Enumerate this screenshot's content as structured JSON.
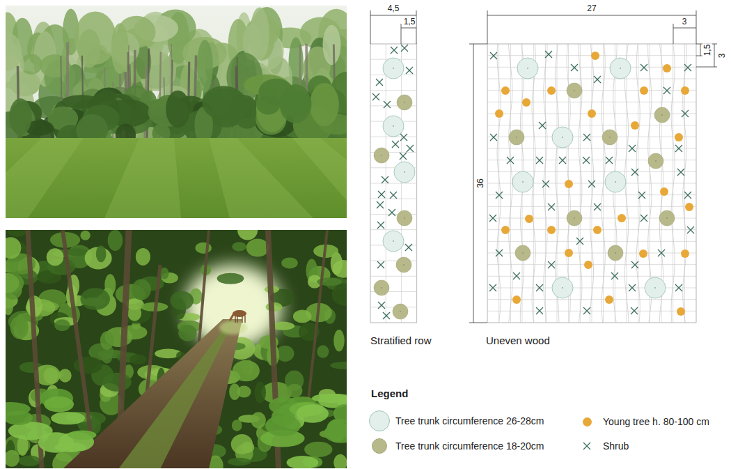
{
  "diagram": {
    "nodes": [
      {
        "text": [
          "Stratified row"
        ]
      },
      {
        "text": [
          "Uneven wood"
        ]
      }
    ],
    "labels": [
      "4,5",
      "1,5",
      "27",
      "3",
      "1,5",
      "3",
      "36",
      "Legend"
    ],
    "legend": [
      {
        "text": "Tree trunk circumference 26-28cm",
        "color": "#e3efeb"
      },
      {
        "text": "Tree trunk circumference 18-20cm",
        "color": "#b8b98b"
      },
      {
        "text": "Young tree h. 80-100 cm",
        "color": "#e8a838"
      },
      {
        "text": "Shrub"
      }
    ]
  }
}
